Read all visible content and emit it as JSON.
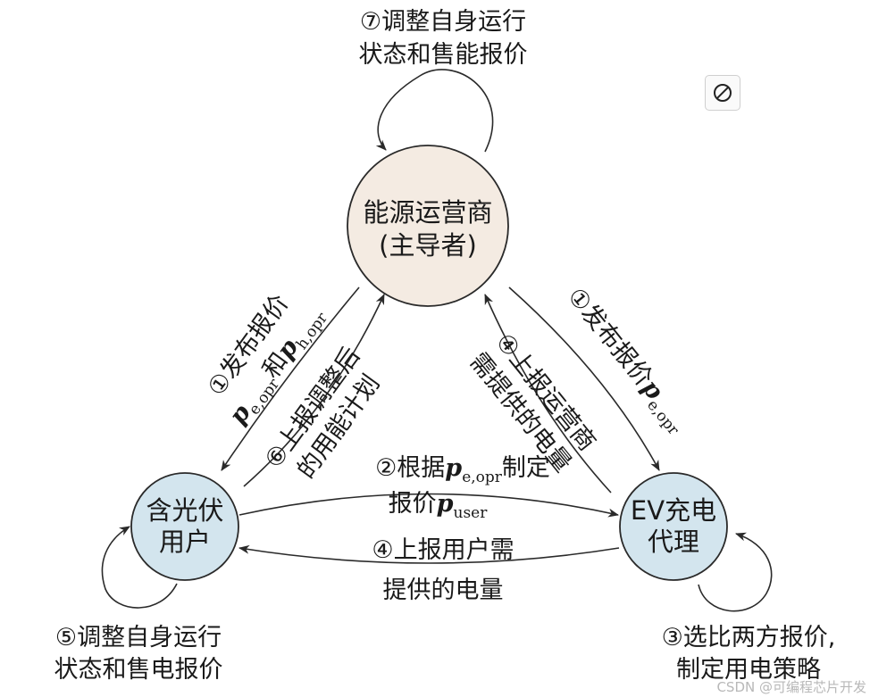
{
  "nodes": {
    "operator": {
      "line1": "能源运营商",
      "line2": "(主导者)"
    },
    "user": {
      "line1": "含光伏",
      "line2": "用户"
    },
    "ev": {
      "line1": "EV充电",
      "line2": "代理"
    }
  },
  "labels": {
    "step7": {
      "line1": "⑦调整自身运行",
      "line2": "状态和售能报价"
    },
    "step5": {
      "line1": "⑤调整自身运行",
      "line2": "状态和售电报价"
    },
    "step3": {
      "line1": "③选比两方报价,",
      "line2": "制定用电策略"
    },
    "left_step1": {
      "line1": "①发布报价",
      "conj": "和"
    },
    "left_step6": {
      "line1": "⑥上报调整后",
      "line2": "的用能计划"
    },
    "right_step1": {
      "line1": "①发布报价"
    },
    "right_step4": {
      "line1": "④上报运营商",
      "line2": "需提供的电量"
    },
    "bottom_step2": {
      "pre": "②根据",
      "post": "制定",
      "line2": "报价"
    },
    "bottom_step4": {
      "line1": "④上报用户需",
      "line2": "提供的电量"
    }
  },
  "symbols": {
    "p": "p",
    "e_opr": "e,opr",
    "h_opr": "h,opr",
    "user": "user"
  },
  "watermark": "CSDN @可编程芯片开发",
  "colors": {
    "operator_fill": "#f4ebe2",
    "agent_fill": "#d3e5ee",
    "stroke": "#2a2a2a"
  },
  "icons": {
    "corner": "block-icon"
  }
}
